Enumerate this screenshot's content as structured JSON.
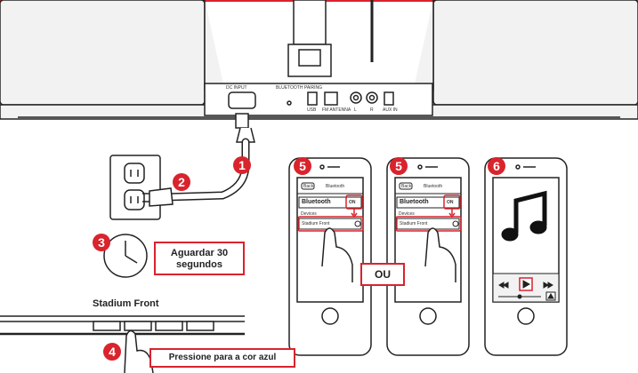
{
  "colors": {
    "accent": "#d9232d",
    "outline": "#222222",
    "speaker": "#eeeeee"
  },
  "rear_panel_labels": [
    "DC INPUT",
    "BLUETOOTH PAIRING",
    "USB",
    "FM ANTENNA",
    "L",
    "R",
    "AUX IN"
  ],
  "steps": {
    "s1": "1",
    "s2": "2",
    "s3": "3",
    "s4": "4",
    "s5a": "5",
    "s5b": "5",
    "s6": "6"
  },
  "wait_text": [
    "Aguardar 30",
    "segundos"
  ],
  "or_text": "OU",
  "device_name": "Stadium Front",
  "press_text": "Pressione para a cor azul",
  "phone_screen": {
    "back": "Back",
    "title": "Bluetooth",
    "bluetooth_label": "Bluetooth",
    "toggle": "ON",
    "devices_header": "Devices",
    "device_item": "Stadium Front"
  },
  "icons": [
    "power-plug-icon",
    "wall-outlet-icon",
    "clock-icon",
    "music-note-icon",
    "rewind-icon",
    "play-icon",
    "fast-forward-icon",
    "airplay-icon",
    "finger-icon"
  ]
}
